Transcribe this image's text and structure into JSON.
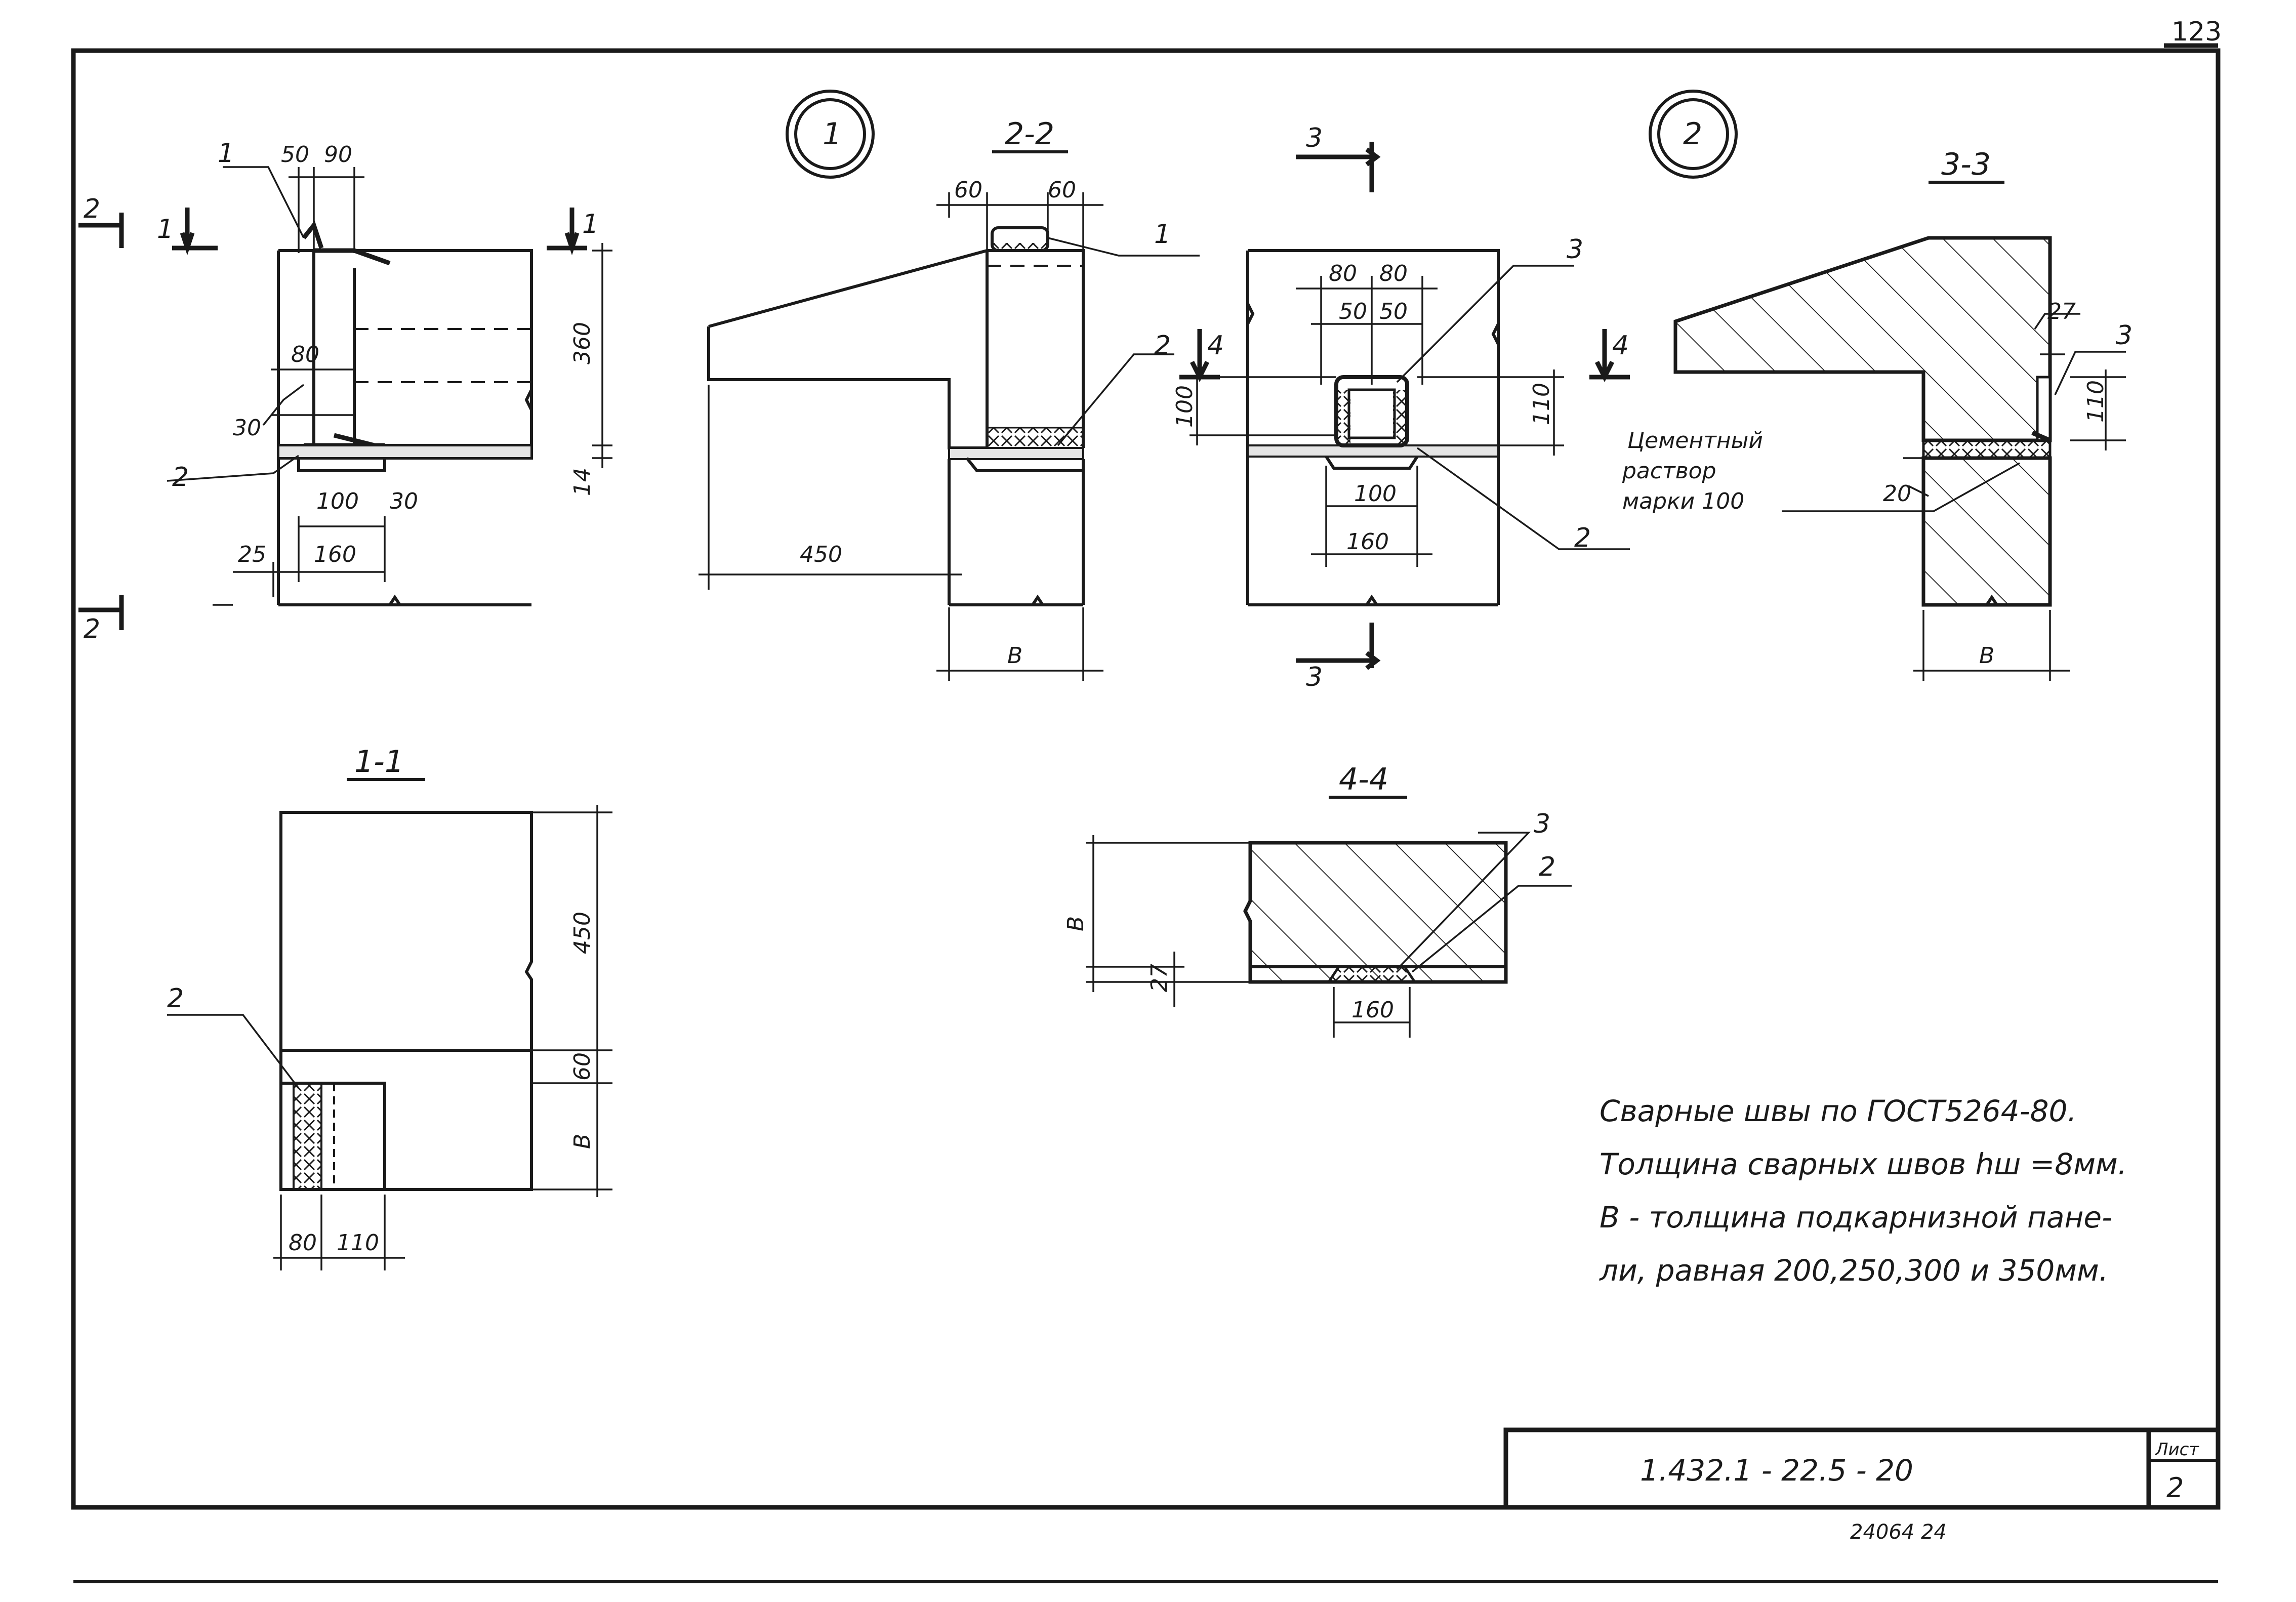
{
  "sheet": {
    "corner_number": "123",
    "code": "1.432.1 - 22.5 - 20",
    "list_label": "Лист",
    "list_number": "2",
    "bottom_numbers": "24064   24"
  },
  "nodes": {
    "n1": "1",
    "n2": "2"
  },
  "sections": {
    "s22": "2-2",
    "s33": "3-3",
    "s11": "1-1",
    "s44": "4-4"
  },
  "marks": {
    "m1": "1",
    "m2": "2",
    "m3": "3",
    "m4": "4"
  },
  "mortar_label": [
    "Цементный",
    "раствор",
    "марки 100"
  ],
  "dims": {
    "d50": "50",
    "d90": "90",
    "d80": "80",
    "d30": "30",
    "d360": "360",
    "d14": "14",
    "d100": "100",
    "d160": "160",
    "d25": "25",
    "d60": "60",
    "d450": "450",
    "d110": "110",
    "d27": "27",
    "d20": "20",
    "dB": "В"
  },
  "notes": [
    "Сварные швы по ГОСТ5264-80.",
    "Толщина сварных швов hш =8мм.",
    "В - толщина подкарнизной   пане-",
    "ли, равная  200,250,300 и 350мм."
  ]
}
